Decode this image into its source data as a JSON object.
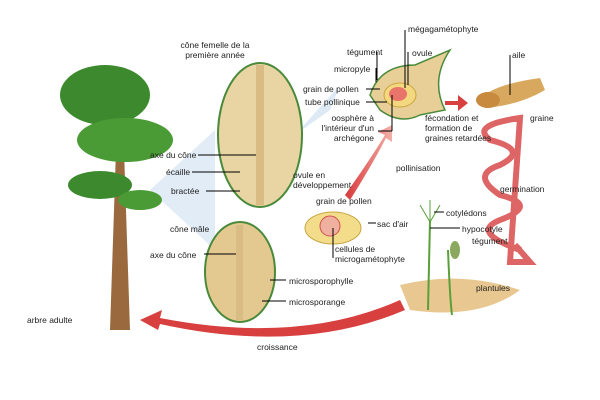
{
  "title": "Cycle de vie du pin",
  "labels": {
    "female_cone": [
      "cône femelle de la",
      "première année"
    ],
    "megagametophyte": "mégagamétophyte",
    "tegument_top": "tégument",
    "ovule": "ovule",
    "micropyle": "micropyle",
    "pollen_grain_top": "grain de pollen",
    "pollen_tube": "tube pollinique",
    "oosphere": [
      "oosphère à",
      "l'intérieur d'un",
      "archégone"
    ],
    "wing": "aile",
    "fecondation": [
      "fécondation et",
      "formation de",
      "graines retardées"
    ],
    "seed": "graine",
    "pollination": "pollinisation",
    "germination": "germination",
    "cone_axis_female": "axe du cône",
    "scale": "écaille",
    "developing_ovule": [
      "ovule en",
      "développement"
    ],
    "bract": "bractée",
    "pollen_grain": "grain de pollen",
    "male_cone": "cône mâle",
    "cone_axis_male": "axe du cône",
    "air_sac": "sac d'air",
    "microgametophyte_cells": [
      "cellules de",
      "microgamétophyte"
    ],
    "cotyledons": "cotylédons",
    "hypocotyl": "hypocotyle",
    "tegument_seedling": "tégument",
    "seedlings": "plantules",
    "microsporophyll": "microsporophylle",
    "microsporangium": "microsporange",
    "adult_tree": "arbre adulte",
    "growth": "croissance"
  }
}
